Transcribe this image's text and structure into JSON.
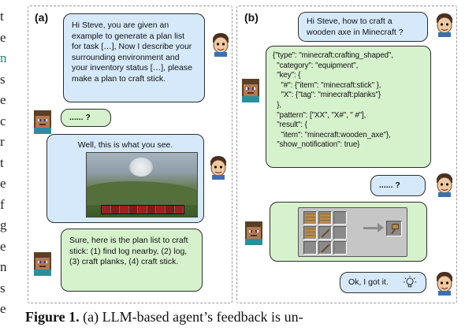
{
  "margin_fragments": [
    "t",
    "e",
    "n",
    "s",
    "e",
    "c",
    "r",
    "t",
    "e",
    "f",
    "g",
    "e",
    "n",
    "s",
    "e"
  ],
  "panel_a": {
    "label": "(a)",
    "bubble1": "Hi Steve, you are given an example to generate a plan list for task […], Now I describe your surrounding environment and your inventory status […], please make a plan to craft stick.",
    "bubble2": "...... ?",
    "bubble3": "Well, this is what you see.",
    "bubble4": "Sure, here is the plan list to craft stick: (1) find log nearby, (2) log, (3) craft planks, (4) craft stick."
  },
  "panel_b": {
    "label": "(b)",
    "bubble1": "Hi Steve, how to craft a wooden axe in Minecraft ?",
    "code": "{\"type\": \"minecraft:crafting_shaped\",\n  \"category\": \"equipment\",\n  \"key\": {\n    \"#\": {\"item\": \"minecraft:stick\" },\n    \"X\": {\"tag\": \"minecraft:planks\"}\n  },\n  \"pattern\": [\"XX\", \"X#\", \" #\"],\n  \"result\": {\n    \"item\": \"minecraft:wooden_axe\"},\n  \"show_notification\": true}",
    "bubble3": "...... ?",
    "bubble5": "Ok, I got it.",
    "bulb_icon": "lightbulb-icon"
  },
  "caption": {
    "label": "Figure 1.",
    "text": " (a) LLM-based agent’s feedback is un-"
  },
  "colors": {
    "human_bubble": "#d5e9fb",
    "agent_bubble": "#d6f2cc",
    "link_text": "#1a8a7a"
  }
}
